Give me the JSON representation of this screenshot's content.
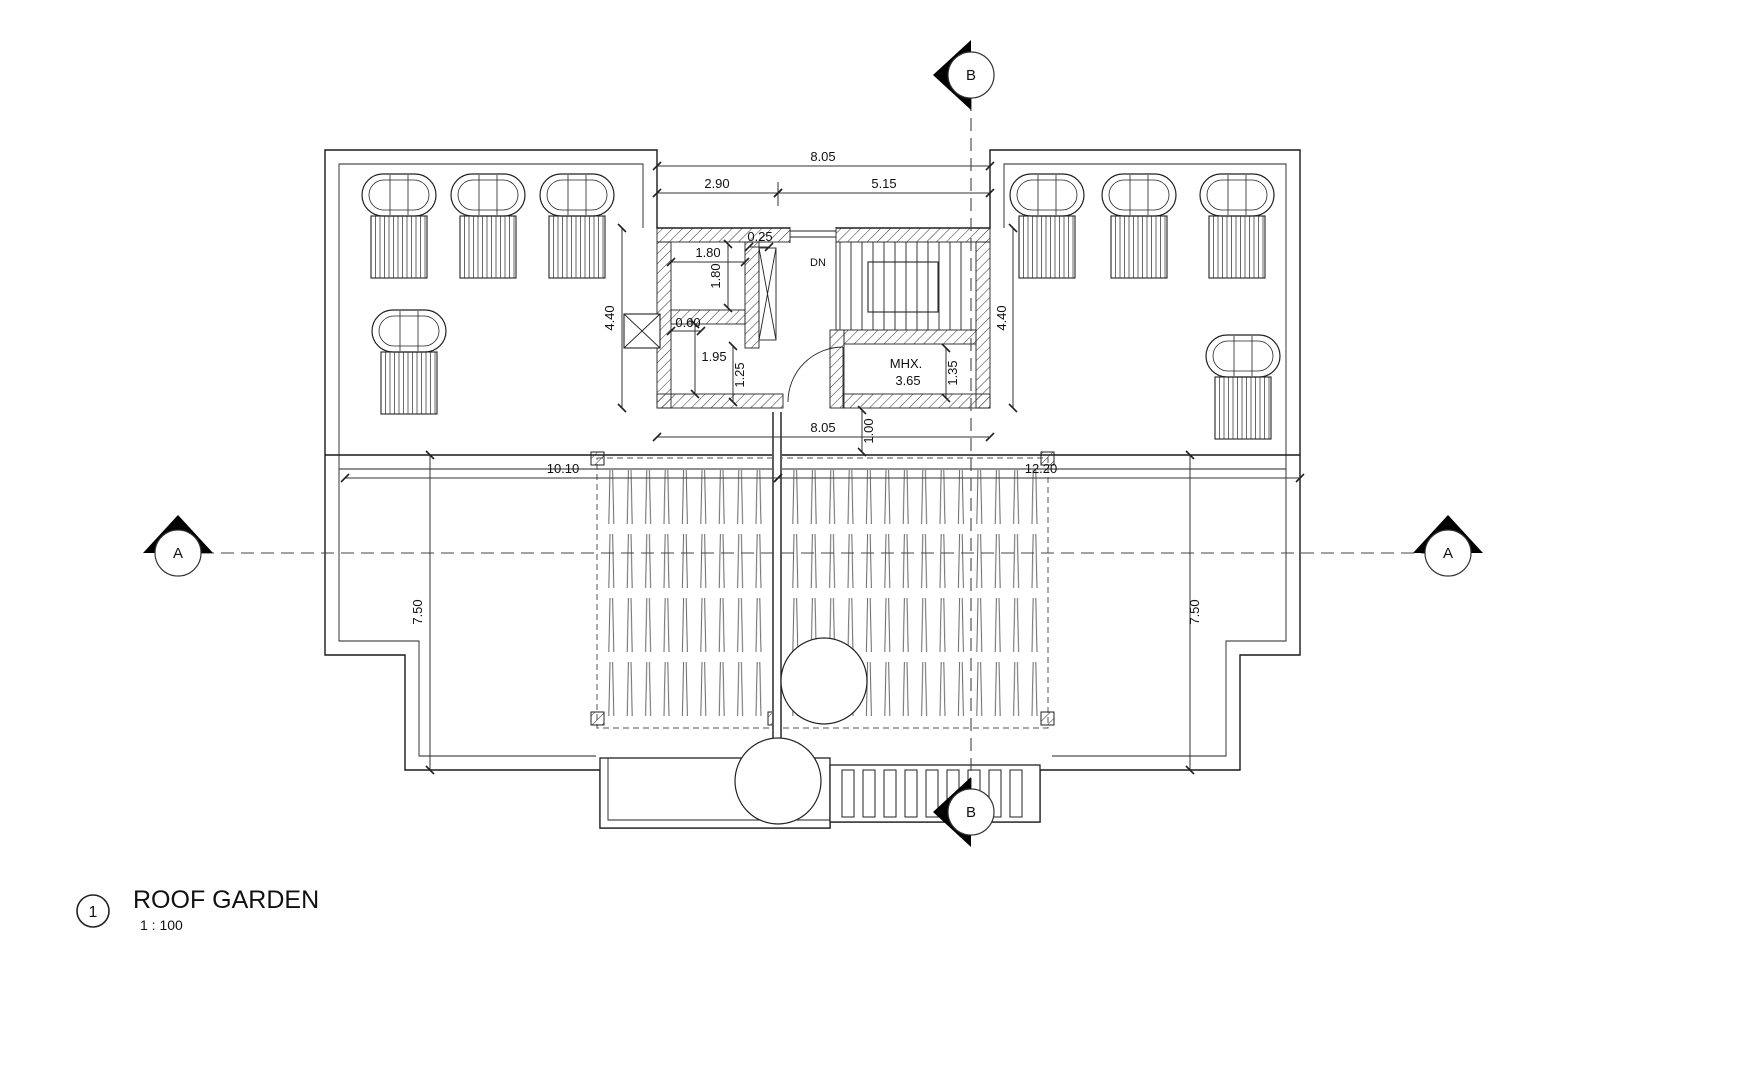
{
  "drawing": {
    "title_block": {
      "view_number": "1",
      "view_name": "ROOF GARDEN",
      "view_scale": "1 : 100"
    },
    "section_markers": {
      "top": "B",
      "bottom": "B",
      "left": "A",
      "right": "A"
    },
    "labels": {
      "stair_direction": "DN",
      "mech_room": "MHX.",
      "mech_room_area": "3.65"
    },
    "dimensions": {
      "core_top_total": "8.05",
      "core_top_left": "2.90",
      "core_top_right": "5.15",
      "room_width": "1.80",
      "room_depth": "1.80",
      "wall_thickness": "0.25",
      "core_depth_left": "4.40",
      "core_depth_right": "4.40",
      "opening_width": "0.60",
      "lower_room_depth": "1.95",
      "corridor_width": "1.25",
      "mech_room_width": "1.35",
      "core_bottom_total": "8.05",
      "door_offset": "1.00",
      "terrace_left_width": "10.10",
      "terrace_right_width": "12.20",
      "terrace_depth_left": "7.50",
      "terrace_depth_right": "7.50"
    }
  }
}
